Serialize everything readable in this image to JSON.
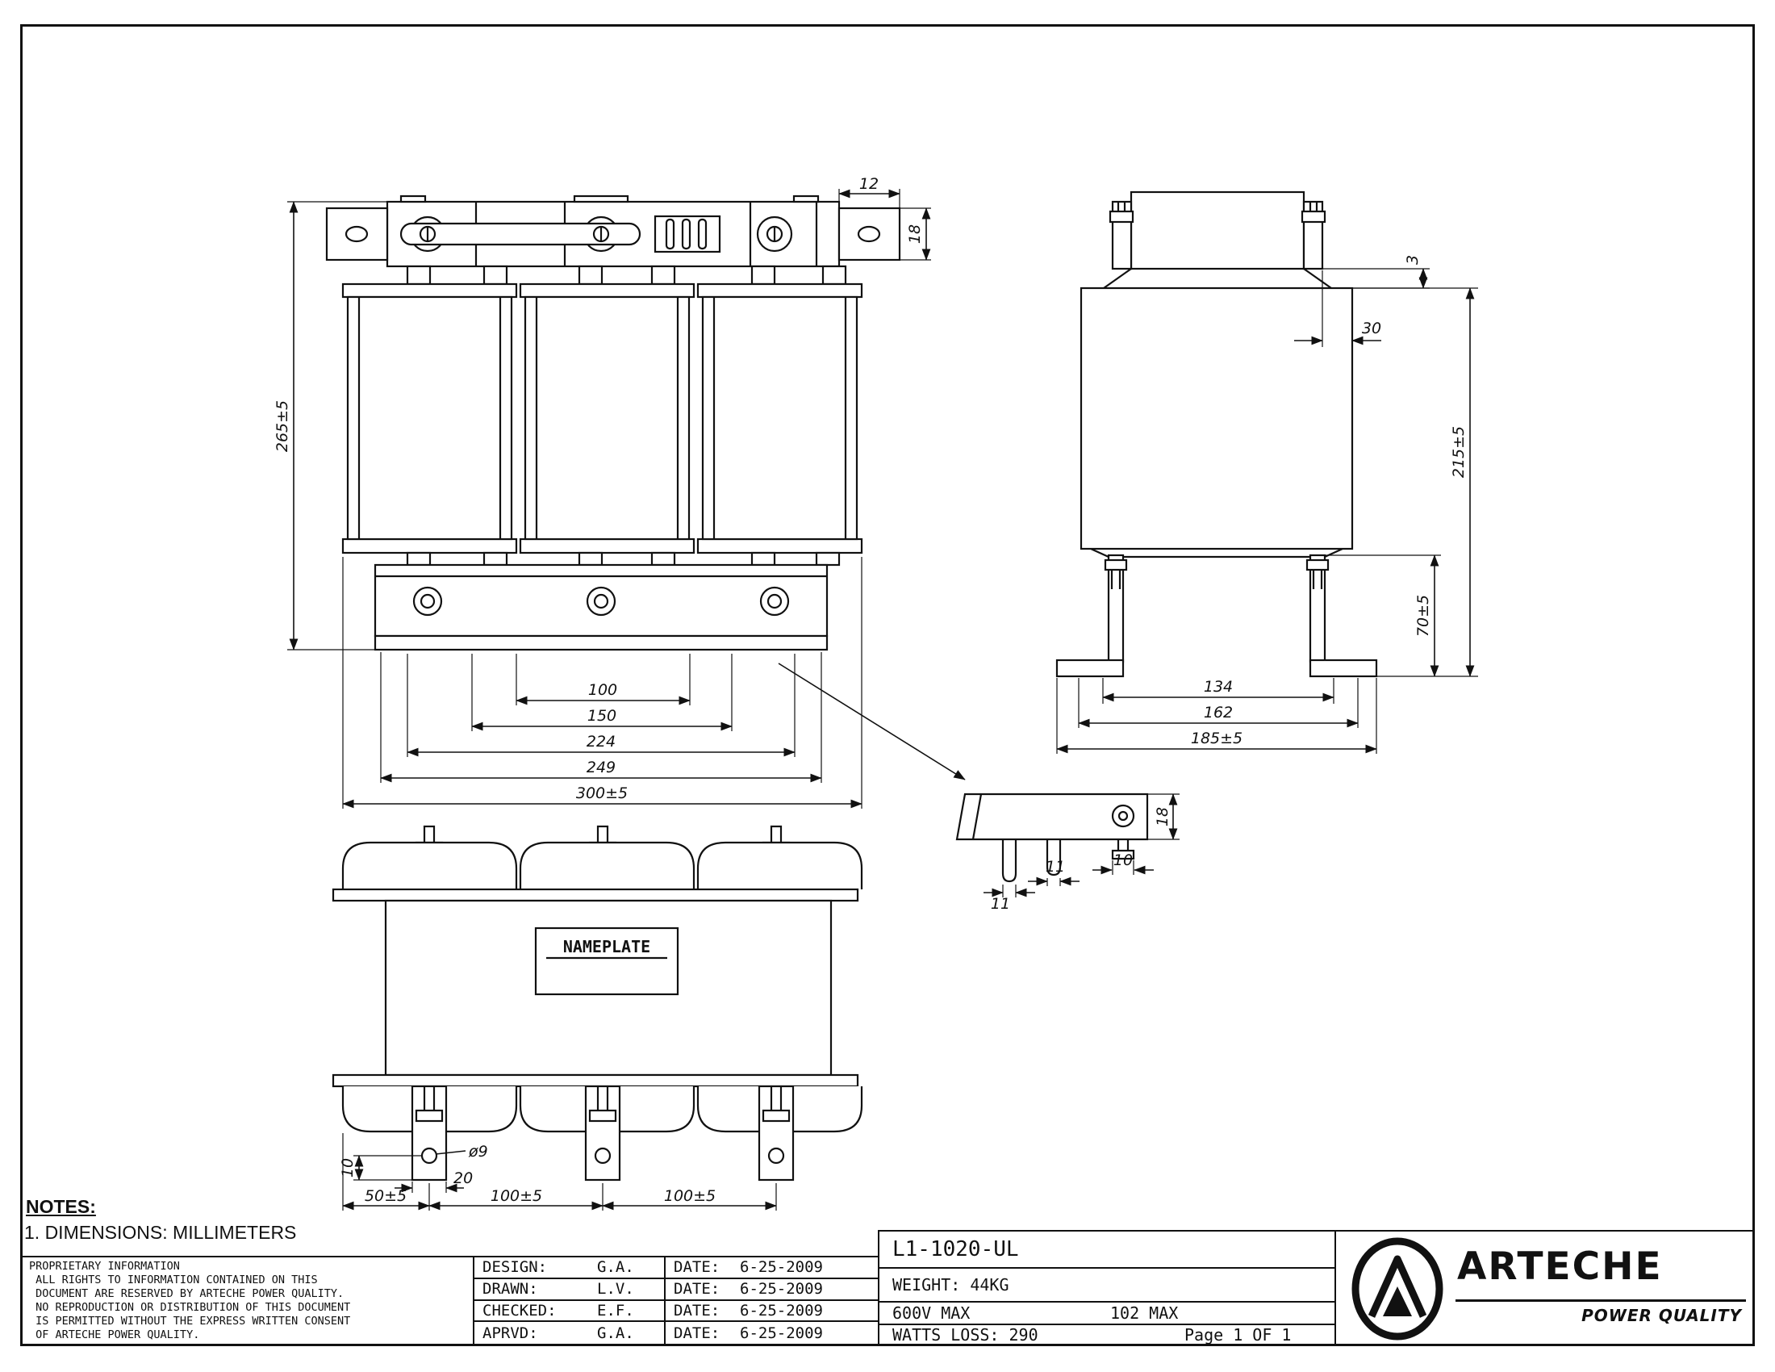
{
  "notes": {
    "heading": "NOTES:",
    "item1": "1. DIMENSIONS: MILLIMETERS"
  },
  "proprietary": {
    "line1": "PROPRIETARY INFORMATION",
    "line2": " ALL RIGHTS TO INFORMATION CONTAINED ON THIS",
    "line3": " DOCUMENT ARE RESERVED BY ARTECHE POWER QUALITY.",
    "line4": " NO REPRODUCTION OR DISTRIBUTION OF THIS DOCUMENT",
    "line5": " IS PERMITTED WITHOUT THE EXPRESS WRITTEN CONSENT",
    "line6": " OF ARTECHE POWER QUALITY."
  },
  "approvals": {
    "rows": [
      {
        "role": "DESIGN:",
        "initials": "G.A.",
        "date_label": "DATE:",
        "date": "6-25-2009"
      },
      {
        "role": "DRAWN:",
        "initials": "L.V.",
        "date_label": "DATE:",
        "date": "6-25-2009"
      },
      {
        "role": "CHECKED:",
        "initials": "E.F.",
        "date_label": "DATE:",
        "date": "6-25-2009"
      },
      {
        "role": "APRVD:",
        "initials": "G.A.",
        "date_label": "DATE:",
        "date": "6-25-2009"
      }
    ]
  },
  "title_block": {
    "part_number": "L1-1020-UL",
    "weight": "WEIGHT: 44KG",
    "voltage": "600V MAX",
    "current": "102 MAX",
    "watts_loss": "WATTS LOSS: 290",
    "page": "Page 1 OF 1"
  },
  "logo": {
    "brand": "ARTECHE",
    "tagline": "POWER QUALITY"
  },
  "views": {
    "front": {
      "dim_bracket_width": "12",
      "dim_bracket_height": "18",
      "dim_total_height": "265±5",
      "dim_chain": [
        "100",
        "150",
        "224",
        "249",
        "300±5"
      ]
    },
    "side": {
      "dim_plate_gap": "3",
      "dim_offset": "30",
      "dim_total_height": "215±5",
      "dim_foot_height": "70±5",
      "dim_inner_width": "134",
      "dim_mid_width": "162",
      "dim_total_width": "185±5"
    },
    "detail": {
      "dim_height": "18",
      "dim_slot_left": "11",
      "dim_slot_right": "11",
      "dim_stud": "10"
    },
    "elevation": {
      "nameplate_label": "NAMEPLATE",
      "dim_hole_offset": "10",
      "dim_hole_dia": "ø9",
      "dim_tab_width": "20",
      "dim_span_left": "50±5",
      "dim_span_mid": "100±5",
      "dim_span_right": "100±5"
    }
  }
}
